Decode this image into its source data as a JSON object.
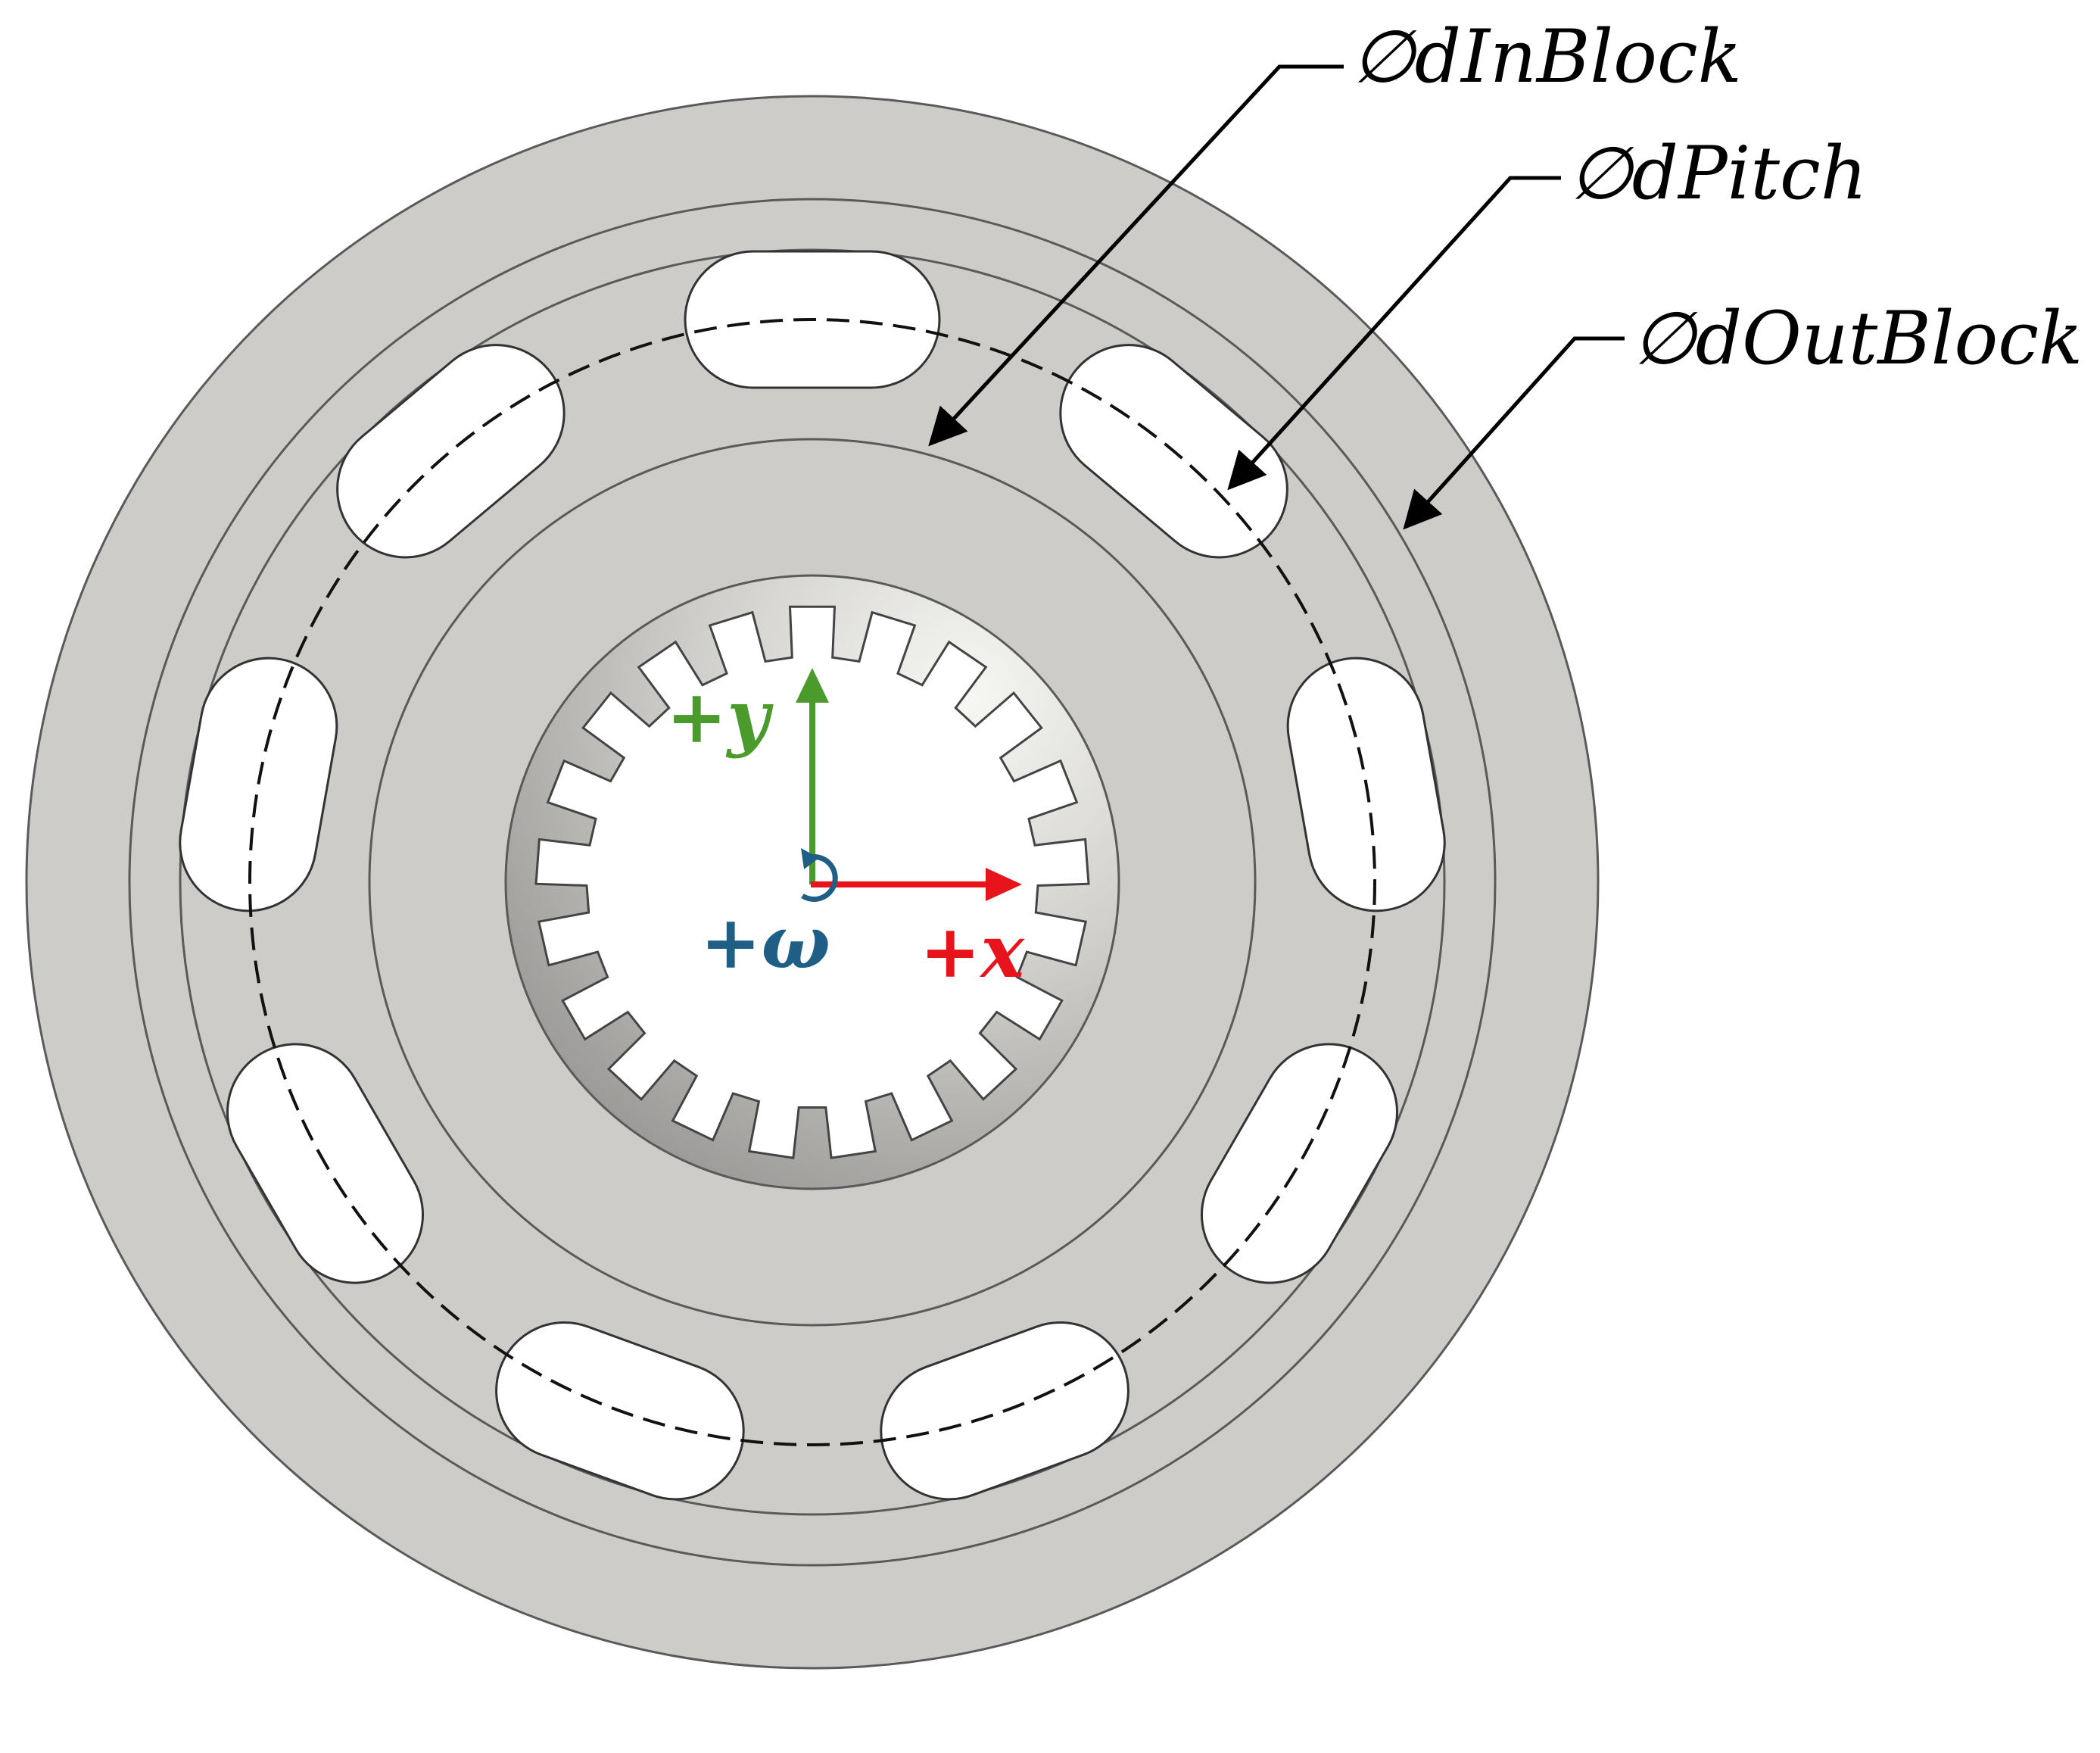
{
  "labels": {
    "d_in_block": "∅dInBlock",
    "d_pitch": "∅dPitch",
    "d_out_block": "∅dOutBlock"
  },
  "axes": {
    "y": {
      "label": "+y",
      "color": "#4a9a2c"
    },
    "x": {
      "label": "+x",
      "color": "#e8141c"
    },
    "omega": {
      "label": "+ω",
      "color": "#1f5f86"
    }
  },
  "part": {
    "kidney_port_count": 9,
    "spline_tooth_count": 21,
    "body_color": "#cdccc8",
    "edge_color": "#5a5a5a"
  }
}
